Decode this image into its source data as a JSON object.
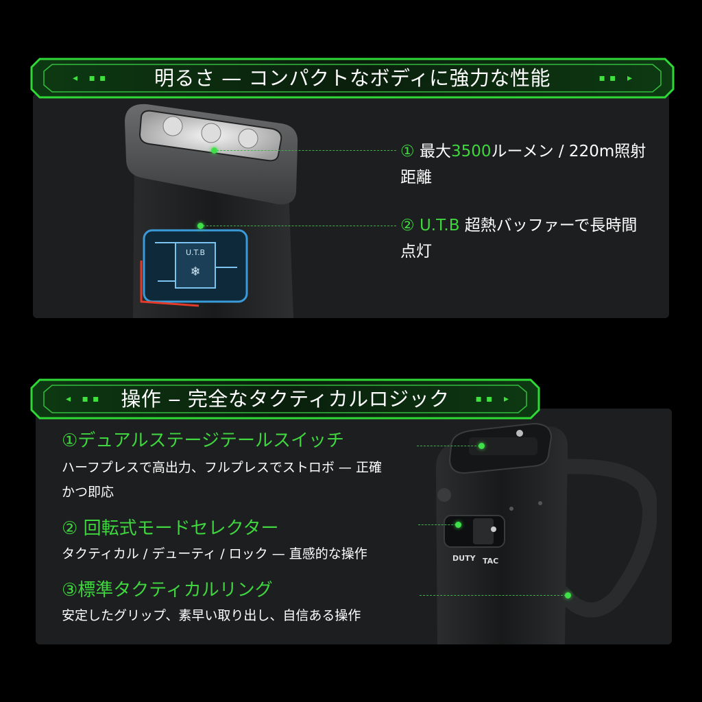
{
  "section1": {
    "title": "明るさ — コンパクトなボディに強力な性能",
    "features": [
      {
        "num": "①",
        "pre": "最大",
        "highlight": "3500",
        "post": "ルーメン / 220m照射",
        "line2": "距離"
      },
      {
        "num": "②",
        "pre": "",
        "highlight": "U.T.B",
        "post": " 超熱バッファーで長時間",
        "line2": "点灯"
      }
    ],
    "chip_label": "U.T.B"
  },
  "section2": {
    "title": "操作 ‒ 完全なタクティカルロジック",
    "features": [
      {
        "heading": "①デュアルステージテールスイッチ",
        "desc1": "ハーフプレスで高出力、フルプレスでストロボ — 正確",
        "desc2": "かつ即応"
      },
      {
        "heading": "② 回転式モードセレクター",
        "desc1": "タクティカル / デューティ / ロック — 直感的な操作",
        "desc2": ""
      },
      {
        "heading": "③標準タクティカルリング",
        "desc1": "安定したグリップ、素早い取り出し、自信ある操作",
        "desc2": ""
      }
    ],
    "selector_labels": {
      "left": "DUTY",
      "right": "TAC"
    }
  },
  "colors": {
    "accent": "#3fd63f",
    "panel": "#1c1e1f",
    "background": "#000000"
  }
}
